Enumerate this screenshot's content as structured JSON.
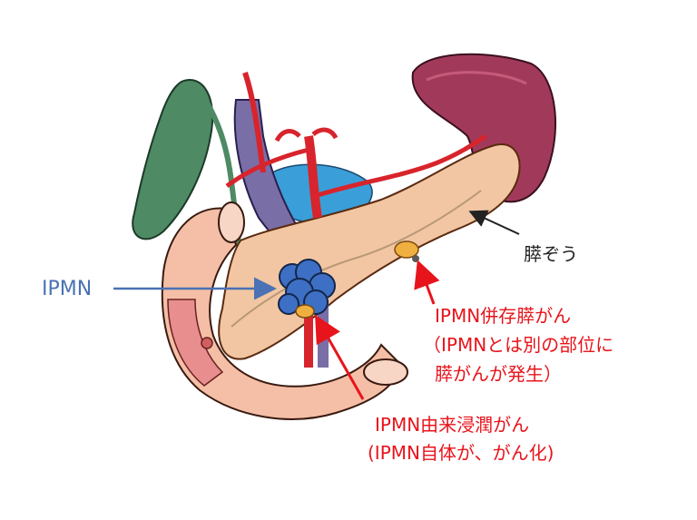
{
  "labels": {
    "ipmn": "IPMN",
    "pancreas": "膵ぞう",
    "concomitant_line1": "IPMN併存膵がん",
    "concomitant_line2": "（IPMNとは別の部位に",
    "concomitant_line3": "膵がんが発生）",
    "derived_line1": "IPMN由来浸潤がん",
    "derived_line2": "(IPMN自体が、がん化)"
  },
  "colors": {
    "blue_label": "#4a72b4",
    "red_label": "#e8141c",
    "black_label": "#222222",
    "pancreas": "#f2c6a2",
    "duodenum": "#f4bfa6",
    "spleen": "#a13a5a",
    "gallbladder": "#4e8a64",
    "artery": "#d8242c",
    "vein": "#7a6ea6",
    "stomach_bg": "#3a9ed8",
    "ipmn_cyst": "#3d6fc4",
    "tumor": "#f0b040"
  }
}
